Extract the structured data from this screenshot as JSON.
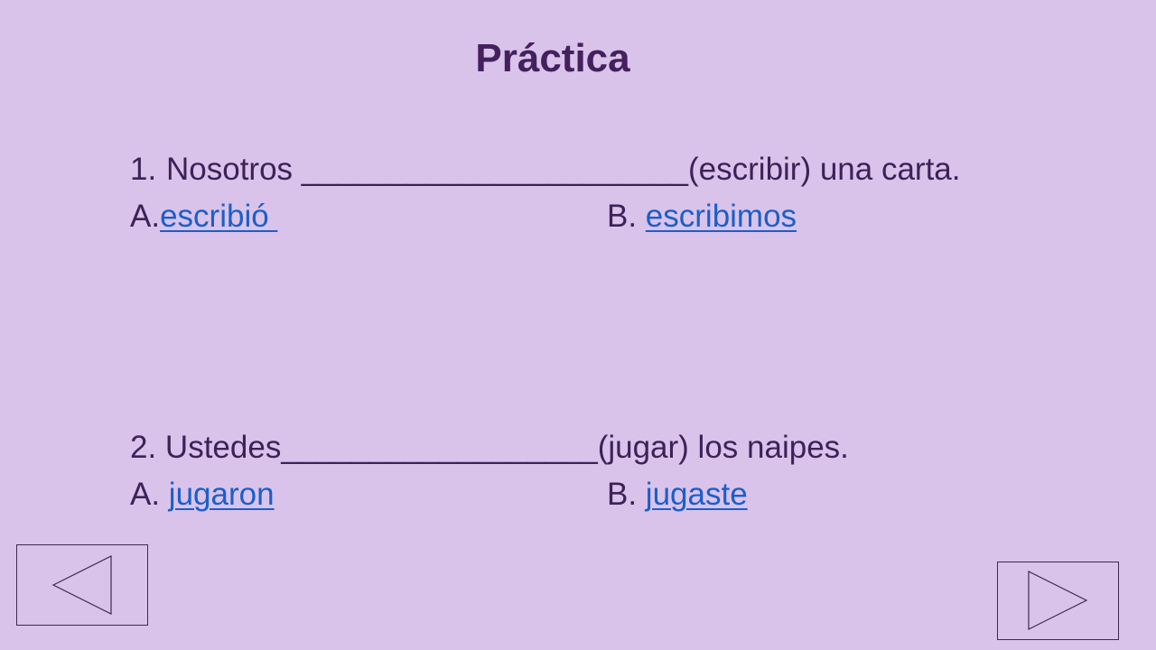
{
  "slide": {
    "title": "Práctica"
  },
  "questions": [
    {
      "number": "1.",
      "prompt": "Nosotros ______________________(escribir) una carta.",
      "option_a_letter": "A.",
      "option_a": "escribió ",
      "option_b_letter": "B. ",
      "option_b": "escribimos"
    },
    {
      "number": "2. ",
      "prompt": "Ustedes__________________(jugar) los naipes.",
      "option_a_letter": "A. ",
      "option_a": "jugaron",
      "option_b_letter": "B. ",
      "option_b": "jugaste"
    }
  ],
  "navigation": {
    "prev_icon": "left-triangle-icon",
    "next_icon": "right-triangle-icon"
  },
  "colors": {
    "background": "#d9c3ea",
    "text": "#3d2158",
    "link": "#1a5fc9"
  }
}
